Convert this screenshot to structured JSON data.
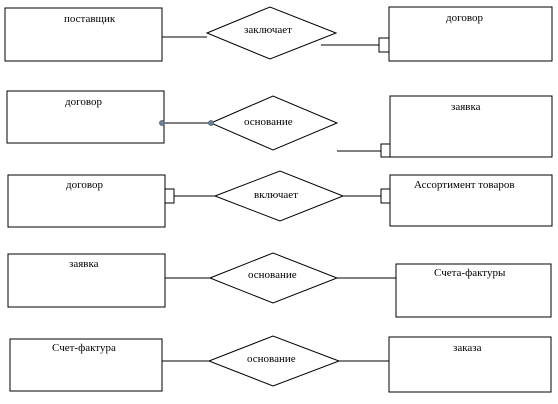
{
  "rows": [
    {
      "left": {
        "label": "поставщик"
      },
      "relation": {
        "label": "заключает"
      },
      "right": {
        "label": "договор"
      }
    },
    {
      "left": {
        "label": "договор"
      },
      "relation": {
        "label": "основание"
      },
      "right": {
        "label": "заявка"
      }
    },
    {
      "left": {
        "label": "договор"
      },
      "relation": {
        "label": "включает"
      },
      "right": {
        "label": "Ассортимент товаров"
      }
    },
    {
      "left": {
        "label": "заявка"
      },
      "relation": {
        "label": "основание"
      },
      "right": {
        "label": "Счета-фактуры"
      }
    },
    {
      "left": {
        "label": "Счет-фактура"
      },
      "relation": {
        "label": "основание"
      },
      "right": {
        "label": "заказа"
      }
    }
  ],
  "colors": {
    "stroke": "#000000",
    "connector_dot": "#6b7f99"
  }
}
